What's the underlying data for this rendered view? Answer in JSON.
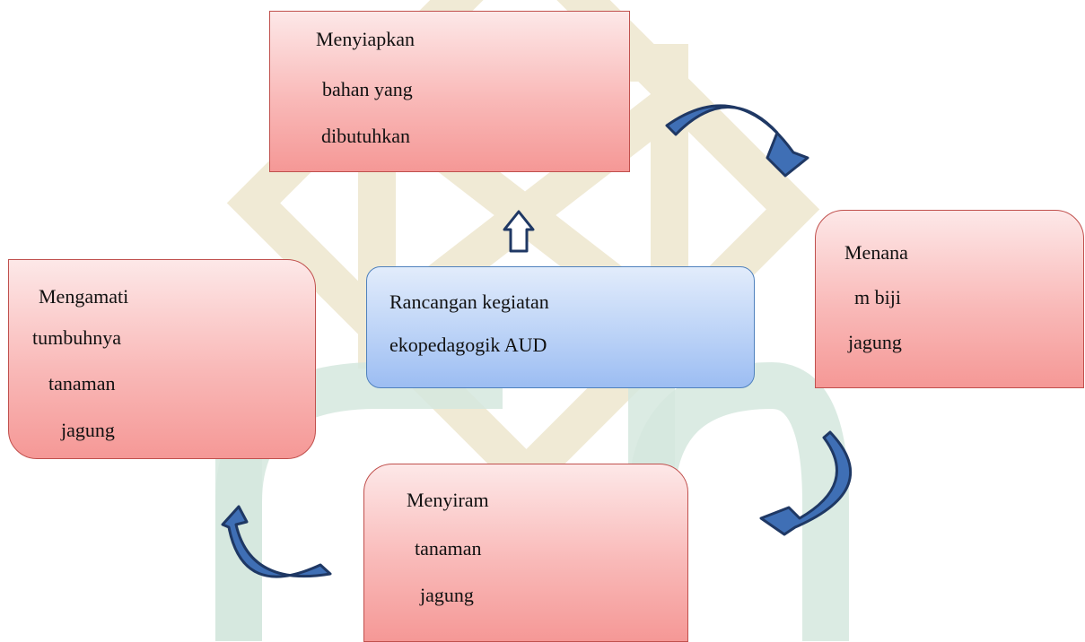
{
  "nodes": {
    "center": {
      "lines": [
        "Rancangan kegiatan",
        "ekopedagogik AUD"
      ]
    },
    "top": {
      "lines": [
        "Menyiapkan",
        "bahan yang",
        "dibutuhkan"
      ]
    },
    "right": {
      "lines": [
        "Menana",
        "m biji",
        "jagung"
      ]
    },
    "bottom": {
      "lines": [
        "Menyiram",
        "tanaman",
        "jagung"
      ]
    },
    "left": {
      "lines": [
        "Mengamati",
        "tumbuhnya",
        "tanaman",
        "jagung"
      ]
    }
  },
  "colors": {
    "box_fill": "#f9b9b8",
    "box_border": "#c0504d",
    "center_fill": "#bcd3f7",
    "center_border": "#4f81bd",
    "arrow_fill": "#3f6fb5",
    "arrow_outline": "#1f3864"
  }
}
